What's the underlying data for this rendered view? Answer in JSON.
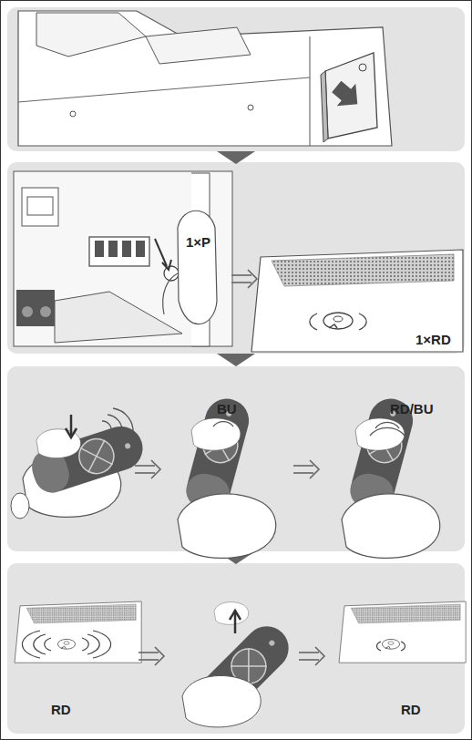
{
  "diagram": {
    "labels": [
      "1×P",
      "1×RD",
      "BU",
      "RD/BU",
      "RD",
      "RD"
    ]
  }
}
